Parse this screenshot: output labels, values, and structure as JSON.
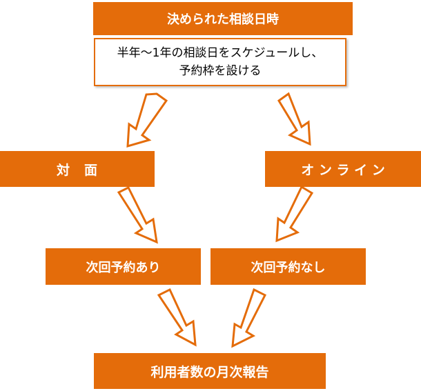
{
  "nodes": {
    "title": "決められた相談日時",
    "description_line1": "半年〜1年の相談日をスケジュールし、",
    "description_line2": "予約枠を設ける",
    "in_person": "対　面",
    "online": "オ ン ラ イ ン",
    "next_booking_yes": "次回予約あり",
    "next_booking_no": "次回予約なし",
    "monthly_report": "利用者数の月次報告"
  },
  "colors": {
    "accent": "#e46c0a",
    "text_on_accent": "#ffffff",
    "arrow_outline": "#e46c0a"
  }
}
